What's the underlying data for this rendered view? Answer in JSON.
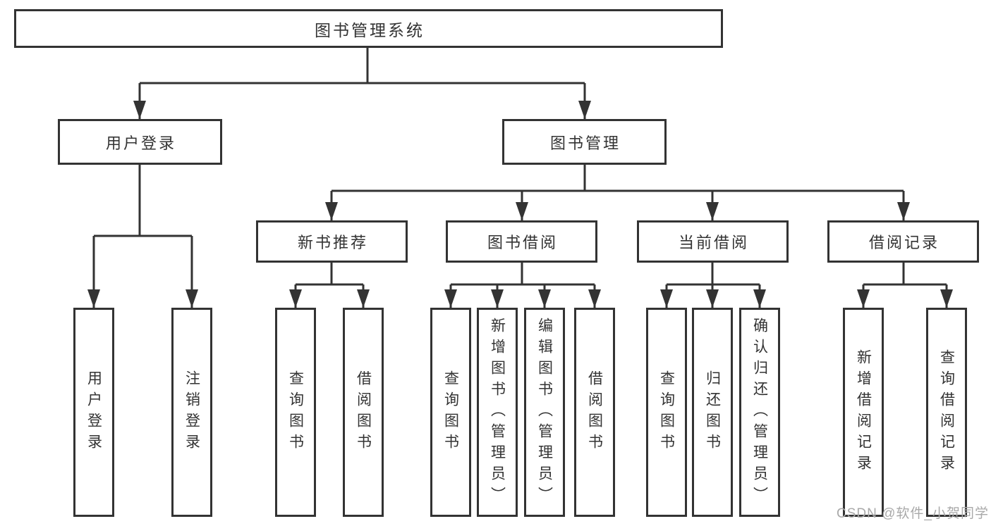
{
  "diagram": {
    "root": {
      "label": "图书管理系统"
    },
    "level2": [
      "用户登录",
      "图书管理"
    ],
    "level3": [
      "新书推荐",
      "图书借阅",
      "当前借阅",
      "借阅记录"
    ],
    "leaves": {
      "user_login": [
        "用户登录",
        "注销登录"
      ],
      "new_book_recommend": [
        "查询图书",
        "借阅图书"
      ],
      "book_borrow": [
        "查询图书",
        "新增图书（管理员）",
        "编辑图书（管理员）",
        "借阅图书"
      ],
      "current_borrow": [
        "查询图书",
        "归还图书",
        "确认归还（管理员）"
      ],
      "borrow_record": [
        "新增借阅记录",
        "查询借阅记录"
      ]
    }
  },
  "watermark": {
    "text": "CSDN @软件_小贺同学"
  },
  "colors": {
    "line": "#333333",
    "text": "#333333",
    "background": "#ffffff",
    "watermark": "#a9a9a9"
  }
}
